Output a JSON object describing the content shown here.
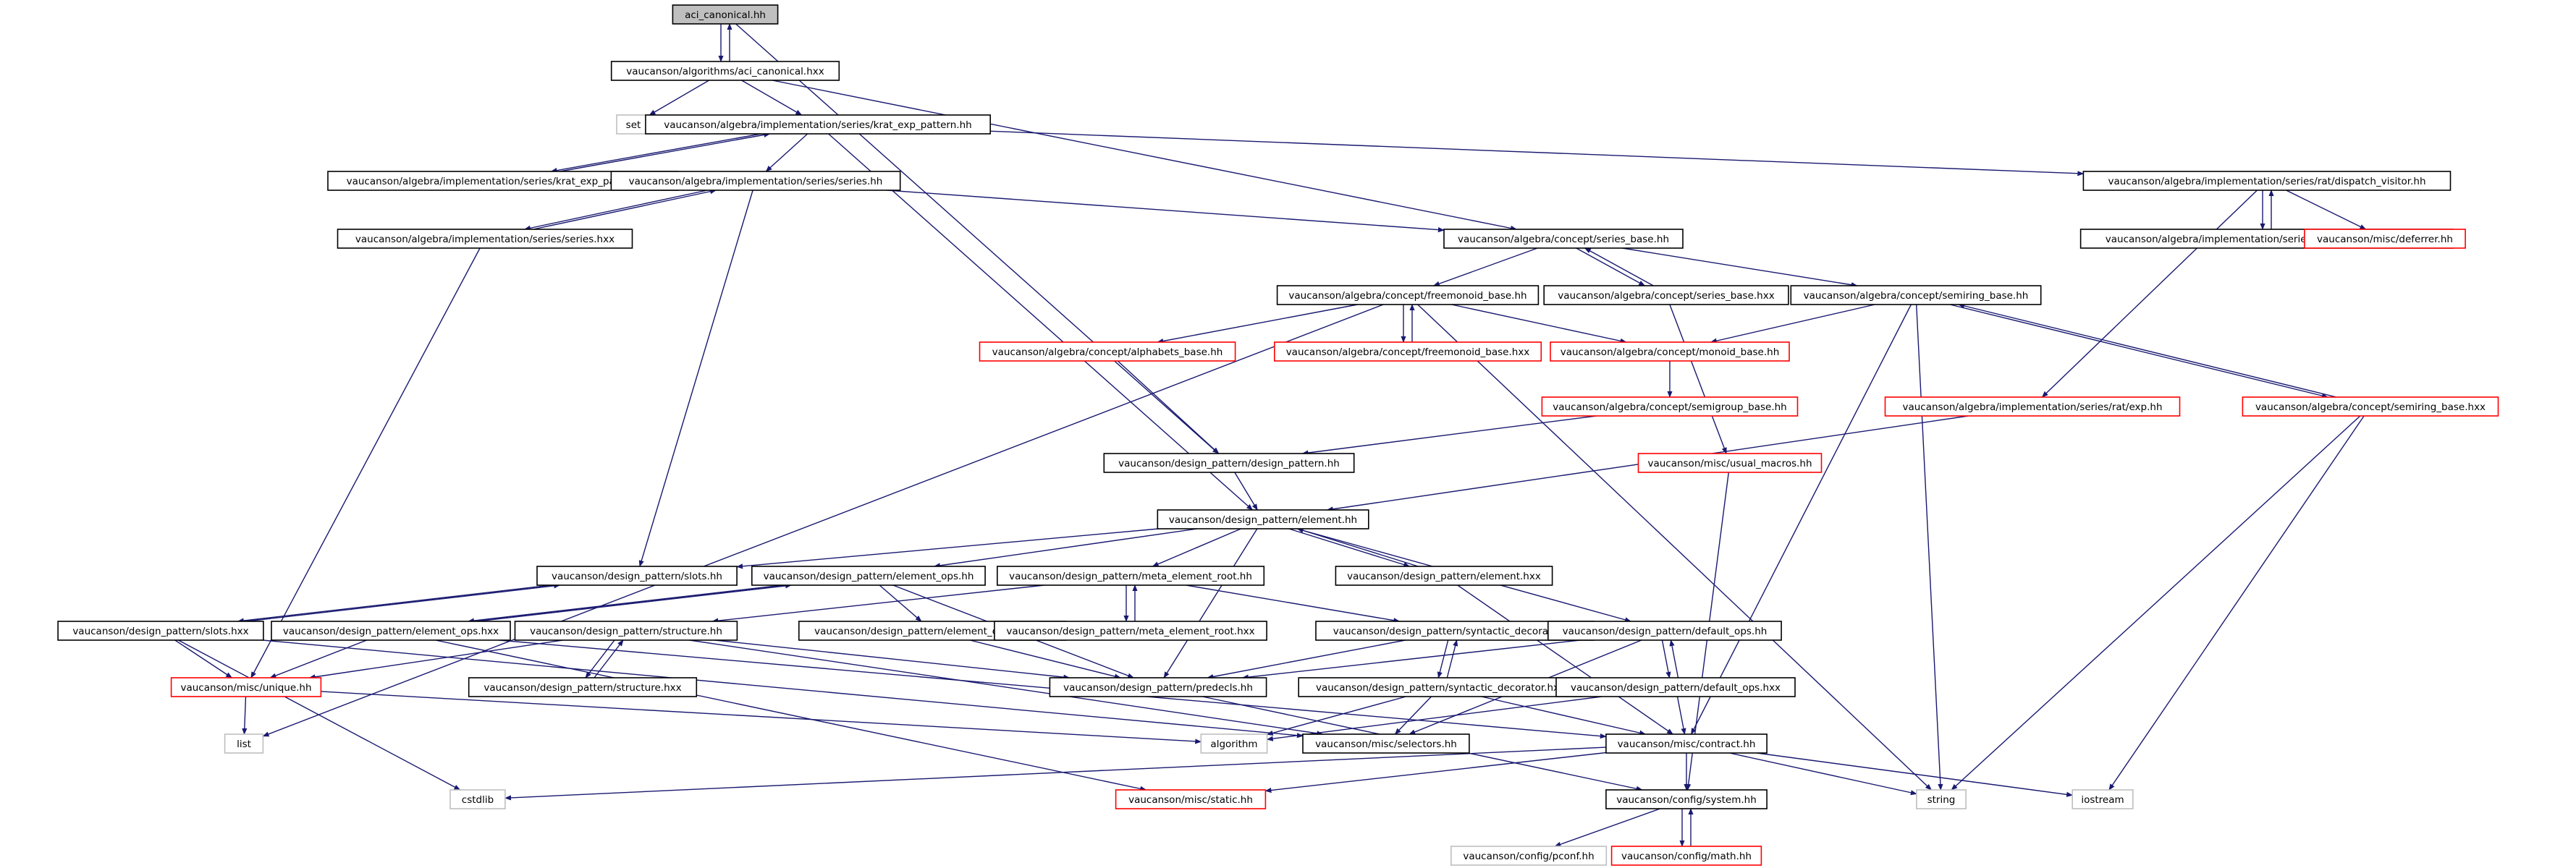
{
  "colors": {
    "edge": "#191970",
    "box_black": "#000000",
    "box_red": "#ff0000",
    "box_gray": "#bfbfbf",
    "root_fill": "#bfbfbf",
    "label_text": "#000000"
  },
  "diagram": {
    "type": "include-dependency-graph",
    "nodes": [
      {
        "id": "n0",
        "label": "aci_canonical.hh",
        "style": "root"
      },
      {
        "id": "n1",
        "label": "vaucanson/algorithms/aci_canonical.hxx",
        "style": "black"
      },
      {
        "id": "n2",
        "label": "set",
        "style": "gray"
      },
      {
        "id": "n3",
        "label": "vaucanson/algebra/implementation/series/krat_exp_pattern.hh",
        "style": "black"
      },
      {
        "id": "n4",
        "label": "vaucanson/algebra/implementation/series/krat_exp_pattern.hxx",
        "style": "black"
      },
      {
        "id": "n5",
        "label": "vaucanson/algebra/implementation/series/series.hh",
        "style": "black"
      },
      {
        "id": "n6",
        "label": "vaucanson/algebra/implementation/series/series.hxx",
        "style": "black"
      },
      {
        "id": "n7",
        "label": "vaucanson/algebra/implementation/series/rat/dispatch_visitor.hh",
        "style": "black"
      },
      {
        "id": "n8",
        "label": "vaucanson/algebra/implementation/series/rat/dispatch_visitor.hxx",
        "style": "black"
      },
      {
        "id": "n9",
        "label": "vaucanson/misc/deferrer.hh",
        "style": "red"
      },
      {
        "id": "n10",
        "label": "vaucanson/algebra/concept/series_base.hh",
        "style": "black"
      },
      {
        "id": "n11",
        "label": "vaucanson/algebra/concept/freemonoid_base.hh",
        "style": "black"
      },
      {
        "id": "n12",
        "label": "vaucanson/algebra/concept/series_base.hxx",
        "style": "black"
      },
      {
        "id": "n13",
        "label": "vaucanson/algebra/concept/semiring_base.hh",
        "style": "black"
      },
      {
        "id": "n14",
        "label": "vaucanson/algebra/concept/alphabets_base.hh",
        "style": "red"
      },
      {
        "id": "n15",
        "label": "vaucanson/algebra/concept/freemonoid_base.hxx",
        "style": "red"
      },
      {
        "id": "n16",
        "label": "vaucanson/algebra/concept/monoid_base.hh",
        "style": "red"
      },
      {
        "id": "n17",
        "label": "vaucanson/algebra/concept/semigroup_base.hh",
        "style": "red"
      },
      {
        "id": "n18",
        "label": "vaucanson/algebra/implementation/series/rat/exp.hh",
        "style": "red"
      },
      {
        "id": "n19",
        "label": "vaucanson/algebra/concept/semiring_base.hxx",
        "style": "red"
      },
      {
        "id": "n20",
        "label": "vaucanson/design_pattern/design_pattern.hh",
        "style": "black"
      },
      {
        "id": "n21",
        "label": "vaucanson/misc/usual_macros.hh",
        "style": "red"
      },
      {
        "id": "n22",
        "label": "vaucanson/design_pattern/element.hh",
        "style": "black"
      },
      {
        "id": "n23",
        "label": "vaucanson/design_pattern/slots.hh",
        "style": "black"
      },
      {
        "id": "n24",
        "label": "vaucanson/design_pattern/element_ops.hh",
        "style": "black"
      },
      {
        "id": "n25",
        "label": "vaucanson/design_pattern/meta_element_root.hh",
        "style": "black"
      },
      {
        "id": "n26",
        "label": "vaucanson/design_pattern/element.hxx",
        "style": "black"
      },
      {
        "id": "n27",
        "label": "vaucanson/design_pattern/slots.hxx",
        "style": "black"
      },
      {
        "id": "n28",
        "label": "vaucanson/design_pattern/element_ops.hxx",
        "style": "black"
      },
      {
        "id": "n29",
        "label": "vaucanson/design_pattern/structure.hh",
        "style": "black"
      },
      {
        "id": "n30",
        "label": "vaucanson/design_pattern/element_op_traits.hh",
        "style": "black"
      },
      {
        "id": "n31",
        "label": "vaucanson/design_pattern/meta_element_root.hxx",
        "style": "black"
      },
      {
        "id": "n32",
        "label": "vaucanson/design_pattern/syntactic_decorator.hh",
        "style": "black"
      },
      {
        "id": "n33",
        "label": "vaucanson/design_pattern/default_ops.hh",
        "style": "black"
      },
      {
        "id": "n34",
        "label": "vaucanson/misc/unique.hh",
        "style": "red"
      },
      {
        "id": "n35",
        "label": "vaucanson/design_pattern/structure.hxx",
        "style": "black"
      },
      {
        "id": "n36",
        "label": "vaucanson/design_pattern/predecls.hh",
        "style": "black"
      },
      {
        "id": "n37",
        "label": "vaucanson/design_pattern/syntactic_decorator.hxx",
        "style": "black"
      },
      {
        "id": "n38",
        "label": "vaucanson/design_pattern/default_ops.hxx",
        "style": "black"
      },
      {
        "id": "n39",
        "label": "list",
        "style": "gray"
      },
      {
        "id": "n40",
        "label": "algorithm",
        "style": "gray"
      },
      {
        "id": "n41",
        "label": "vaucanson/misc/selectors.hh",
        "style": "black"
      },
      {
        "id": "n42",
        "label": "vaucanson/misc/contract.hh",
        "style": "black"
      },
      {
        "id": "n43",
        "label": "cstdlib",
        "style": "gray"
      },
      {
        "id": "n44",
        "label": "vaucanson/misc/static.hh",
        "style": "red"
      },
      {
        "id": "n45",
        "label": "vaucanson/config/system.hh",
        "style": "black"
      },
      {
        "id": "n46",
        "label": "string",
        "style": "gray"
      },
      {
        "id": "n47",
        "label": "iostream",
        "style": "gray"
      },
      {
        "id": "n48",
        "label": "vaucanson/config/pconf.hh",
        "style": "gray"
      },
      {
        "id": "n49",
        "label": "vaucanson/config/math.hh",
        "style": "red"
      }
    ],
    "edges": [
      [
        "n0",
        "n1"
      ],
      [
        "n1",
        "n0"
      ],
      [
        "n0",
        "n20"
      ],
      [
        "n1",
        "n2"
      ],
      [
        "n1",
        "n3"
      ],
      [
        "n1",
        "n10"
      ],
      [
        "n3",
        "n4"
      ],
      [
        "n4",
        "n3"
      ],
      [
        "n3",
        "n5"
      ],
      [
        "n3",
        "n7"
      ],
      [
        "n3",
        "n22"
      ],
      [
        "n5",
        "n6"
      ],
      [
        "n6",
        "n5"
      ],
      [
        "n5",
        "n10"
      ],
      [
        "n5",
        "n23"
      ],
      [
        "n6",
        "n34"
      ],
      [
        "n7",
        "n8"
      ],
      [
        "n8",
        "n7"
      ],
      [
        "n7",
        "n9"
      ],
      [
        "n7",
        "n18"
      ],
      [
        "n10",
        "n11"
      ],
      [
        "n10",
        "n12"
      ],
      [
        "n12",
        "n10"
      ],
      [
        "n10",
        "n13"
      ],
      [
        "n11",
        "n14"
      ],
      [
        "n11",
        "n15"
      ],
      [
        "n15",
        "n11"
      ],
      [
        "n11",
        "n16"
      ],
      [
        "n11",
        "n46"
      ],
      [
        "n11",
        "n39"
      ],
      [
        "n12",
        "n21"
      ],
      [
        "n13",
        "n16"
      ],
      [
        "n13",
        "n19"
      ],
      [
        "n19",
        "n13"
      ],
      [
        "n13",
        "n46"
      ],
      [
        "n13",
        "n42"
      ],
      [
        "n14",
        "n20"
      ],
      [
        "n16",
        "n17"
      ],
      [
        "n17",
        "n20"
      ],
      [
        "n18",
        "n22"
      ],
      [
        "n19",
        "n46"
      ],
      [
        "n19",
        "n47"
      ],
      [
        "n20",
        "n22"
      ],
      [
        "n21",
        "n45"
      ],
      [
        "n22",
        "n23"
      ],
      [
        "n22",
        "n24"
      ],
      [
        "n22",
        "n25"
      ],
      [
        "n22",
        "n26"
      ],
      [
        "n26",
        "n22"
      ],
      [
        "n22",
        "n33"
      ],
      [
        "n22",
        "n36"
      ],
      [
        "n23",
        "n27"
      ],
      [
        "n27",
        "n23"
      ],
      [
        "n24",
        "n28"
      ],
      [
        "n28",
        "n24"
      ],
      [
        "n24",
        "n30"
      ],
      [
        "n24",
        "n36"
      ],
      [
        "n25",
        "n31"
      ],
      [
        "n31",
        "n25"
      ],
      [
        "n25",
        "n29"
      ],
      [
        "n25",
        "n32"
      ],
      [
        "n26",
        "n42"
      ],
      [
        "n27",
        "n34"
      ],
      [
        "n27",
        "n43"
      ],
      [
        "n27",
        "n41"
      ],
      [
        "n28",
        "n34"
      ],
      [
        "n28",
        "n44"
      ],
      [
        "n28",
        "n42"
      ],
      [
        "n29",
        "n35"
      ],
      [
        "n35",
        "n29"
      ],
      [
        "n29",
        "n34"
      ],
      [
        "n29",
        "n36"
      ],
      [
        "n29",
        "n41"
      ],
      [
        "n30",
        "n36"
      ],
      [
        "n32",
        "n37"
      ],
      [
        "n37",
        "n32"
      ],
      [
        "n32",
        "n36"
      ],
      [
        "n33",
        "n38"
      ],
      [
        "n38",
        "n33"
      ],
      [
        "n33",
        "n36"
      ],
      [
        "n33",
        "n41"
      ],
      [
        "n34",
        "n39"
      ],
      [
        "n34",
        "n40"
      ],
      [
        "n36",
        "n45"
      ],
      [
        "n37",
        "n40"
      ],
      [
        "n37",
        "n41"
      ],
      [
        "n37",
        "n42"
      ],
      [
        "n38",
        "n40"
      ],
      [
        "n38",
        "n42"
      ],
      [
        "n42",
        "n43"
      ],
      [
        "n42",
        "n44"
      ],
      [
        "n42",
        "n45"
      ],
      [
        "n42",
        "n46"
      ],
      [
        "n42",
        "n47"
      ],
      [
        "n45",
        "n48"
      ],
      [
        "n45",
        "n49"
      ],
      [
        "n49",
        "n45"
      ]
    ]
  }
}
